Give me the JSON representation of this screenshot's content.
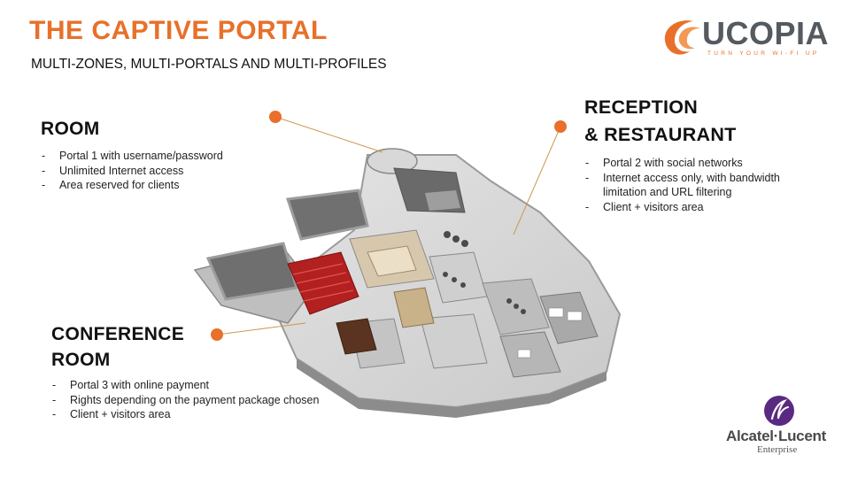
{
  "header": {
    "title": "THE CAPTIVE PORTAL",
    "subtitle": "MULTI-ZONES, MULTI-PORTALS AND MULTI-PROFILES"
  },
  "brand": {
    "ucopia_name": "UCOPIA",
    "ucopia_tagline": "TURN YOUR WI-FI UP",
    "ucopia_logo_icon": "orange-swoosh-icon",
    "partner_name": "Alcatel·Lucent",
    "partner_sub": "Enterprise",
    "partner_logo_icon": "alcatel-lucent-swirl-icon"
  },
  "zones": {
    "room": {
      "title": "ROOM",
      "bullets": [
        "Portal 1 with username/password",
        "Unlimited Internet access",
        "Area reserved for clients"
      ]
    },
    "reception": {
      "title_line1": "RECEPTION",
      "title_line2": "& RESTAURANT",
      "bullets": [
        "Portal 2 with social networks",
        "Internet access only, with bandwidth limitation and URL filtering",
        "Client + visitors area"
      ]
    },
    "conference": {
      "title_line1": "CONFERENCE",
      "title_line2": "ROOM",
      "bullets": [
        "Portal 3 with online payment",
        "Rights depending on the payment package chosen",
        "Client + visitors area"
      ]
    }
  },
  "colors": {
    "accent": "#e8702a",
    "callout_line": "#c99a4a",
    "ucopia_gray": "#555a60",
    "alcatel_purple": "#5a2a82"
  },
  "illustration": "hotel-floor-plan-3d-illustration"
}
